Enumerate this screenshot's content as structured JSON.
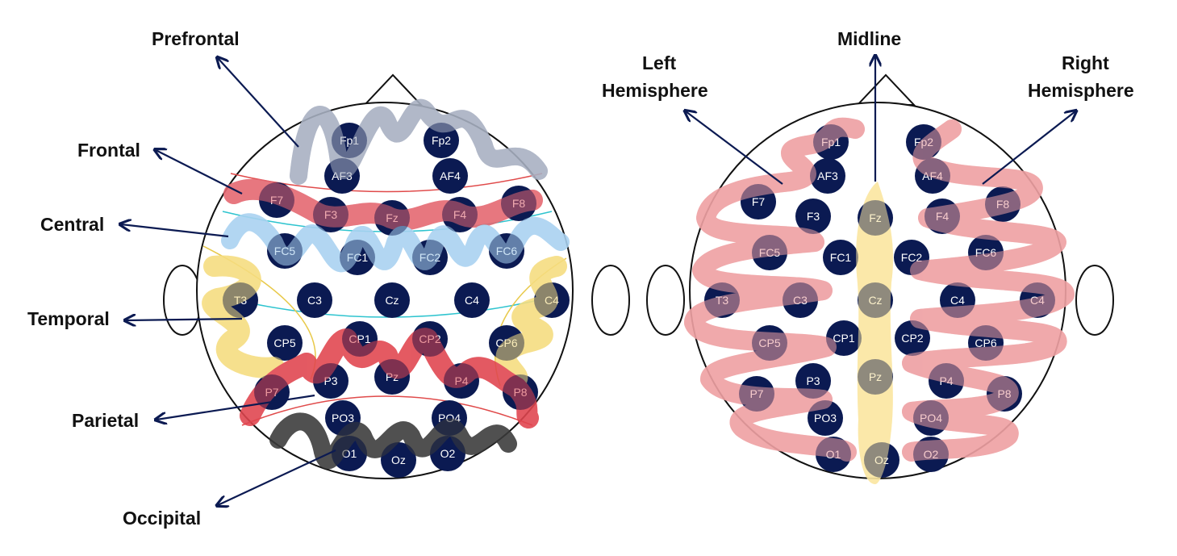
{
  "colors": {
    "electrode": "#0b1a52",
    "head_outline": "#111111",
    "prefrontal_band": "#a8b0c2",
    "frontal_band": "#e56670",
    "central_band": "#a9d2f1",
    "temporal_band": "#f6dd80",
    "parietal_band": "#e0454f",
    "occipital_band": "#4a4a4a",
    "hemisphere_band": "#eea0a3",
    "midline_band": "#fbe7a1",
    "arrow": "#0b1a52"
  },
  "left_map": {
    "labels": {
      "prefrontal": "Prefrontal",
      "frontal": "Frontal",
      "central": "Central",
      "temporal": "Temporal",
      "parietal": "Parietal",
      "occipital": "Occipital"
    },
    "electrodes": [
      "Fp1",
      "Fp2",
      "AF3",
      "AF4",
      "F7",
      "F3",
      "Fz",
      "F4",
      "F8",
      "FC5",
      "FC1",
      "FC2",
      "FC6",
      "T3",
      "C3",
      "Cz",
      "C4",
      "C4",
      "CP5",
      "CP1",
      "CP2",
      "CP6",
      "P7",
      "P3",
      "Pz",
      "P4",
      "P8",
      "PO3",
      "PO4",
      "O1",
      "Oz",
      "O2"
    ]
  },
  "right_map": {
    "labels": {
      "left_hemisphere": "Left\nHemisphere",
      "midline": "Midline",
      "right_hemisphere": "Right\nHemisphere"
    },
    "left_hemisphere_line1": "Left",
    "left_hemisphere_line2": "Hemisphere",
    "right_hemisphere_line1": "Right",
    "right_hemisphere_line2": "Hemisphere",
    "electrodes": [
      "Fp1",
      "Fp2",
      "AF3",
      "AF4",
      "F7",
      "F3",
      "Fz",
      "F4",
      "F8",
      "FC5",
      "FC1",
      "FC2",
      "FC6",
      "T3",
      "C3",
      "Cz",
      "C4",
      "C4",
      "CP5",
      "CP1",
      "CP2",
      "CP6",
      "P7",
      "P3",
      "Pz",
      "P4",
      "P8",
      "PO3",
      "PO4",
      "O1",
      "Oz",
      "O2"
    ]
  }
}
